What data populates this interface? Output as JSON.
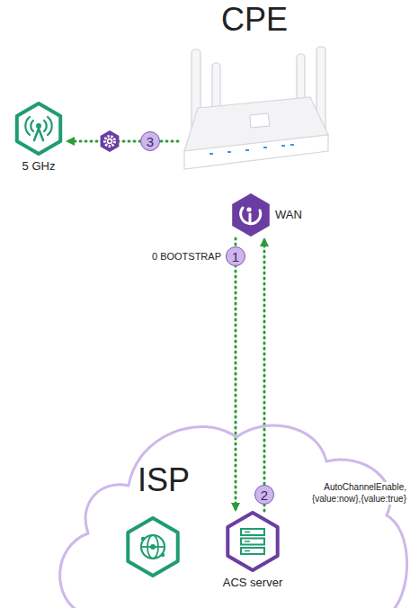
{
  "diagram": {
    "nodes": [
      {
        "text": [
          "CPE"
        ]
      },
      {
        "text": [
          "5 GHz"
        ]
      },
      {
        "text": [
          "WAN"
        ]
      },
      {
        "text": [
          "ISP"
        ]
      },
      {
        "text": [
          "ACS server"
        ],
        "in": 3
      }
    ],
    "edges": [
      {
        "from": 2,
        "to": 4,
        "arrow": "to",
        "label": "0 BOOTSTRAP"
      },
      {
        "from": 4,
        "to": 2,
        "arrow": "to",
        "label": "AutoChannelEnable, {value:now},{value:true}"
      },
      {
        "from": 0,
        "to": 1,
        "arrow": "to"
      }
    ],
    "labels": [
      "1",
      "2",
      "3"
    ]
  }
}
